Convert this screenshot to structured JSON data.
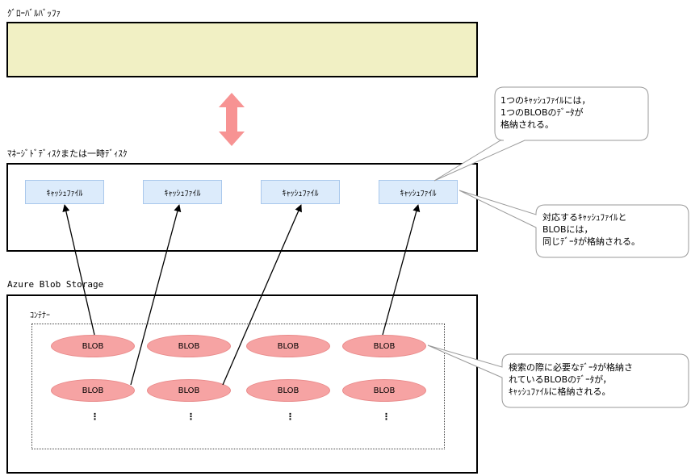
{
  "global_buffer": {
    "label": "ｸﾞﾛｰﾊﾞﾙﾊﾞｯﾌｧ"
  },
  "disk": {
    "label": "ﾏﾈｰｼﾞﾄﾞﾃﾞｨｽｸまたは一時ﾃﾞｨｽｸ",
    "cache_files": [
      "ｷｬｯｼｭﾌｧｲﾙ",
      "ｷｬｯｼｭﾌｧｲﾙ",
      "ｷｬｯｼｭﾌｧｲﾙ",
      "ｷｬｯｼｭﾌｧｲﾙ"
    ]
  },
  "storage": {
    "label": "Azure Blob Storage",
    "container_label": "ｺﾝﾃﾅｰ",
    "blob_row1": [
      "BLOB",
      "BLOB",
      "BLOB",
      "BLOB"
    ],
    "blob_row2": [
      "BLOB",
      "BLOB",
      "BLOB",
      "BLOB"
    ],
    "dots": "⋮"
  },
  "callouts": {
    "top": "1つのｷｬｯｼｭﾌｧｲﾙには，\n1つのBLOBのﾃﾞｰﾀが\n格納される。",
    "middle": "対応するｷｬｯｼｭﾌｧｲﾙと\nBLOBには，\n同じﾃﾞｰﾀが格納される。",
    "bottom": "検索の際に必要なﾃﾞｰﾀが格納さ\nれているBLOBのﾃﾞｰﾀが，\nｷｬｯｼｭﾌｧｲﾙに格納される。"
  },
  "colors": {
    "buffer_fill": "#f1f0c4",
    "cache_fill": "#dcebfb",
    "blob_fill": "#f6a3a3",
    "arrow_fill": "#f79393"
  }
}
